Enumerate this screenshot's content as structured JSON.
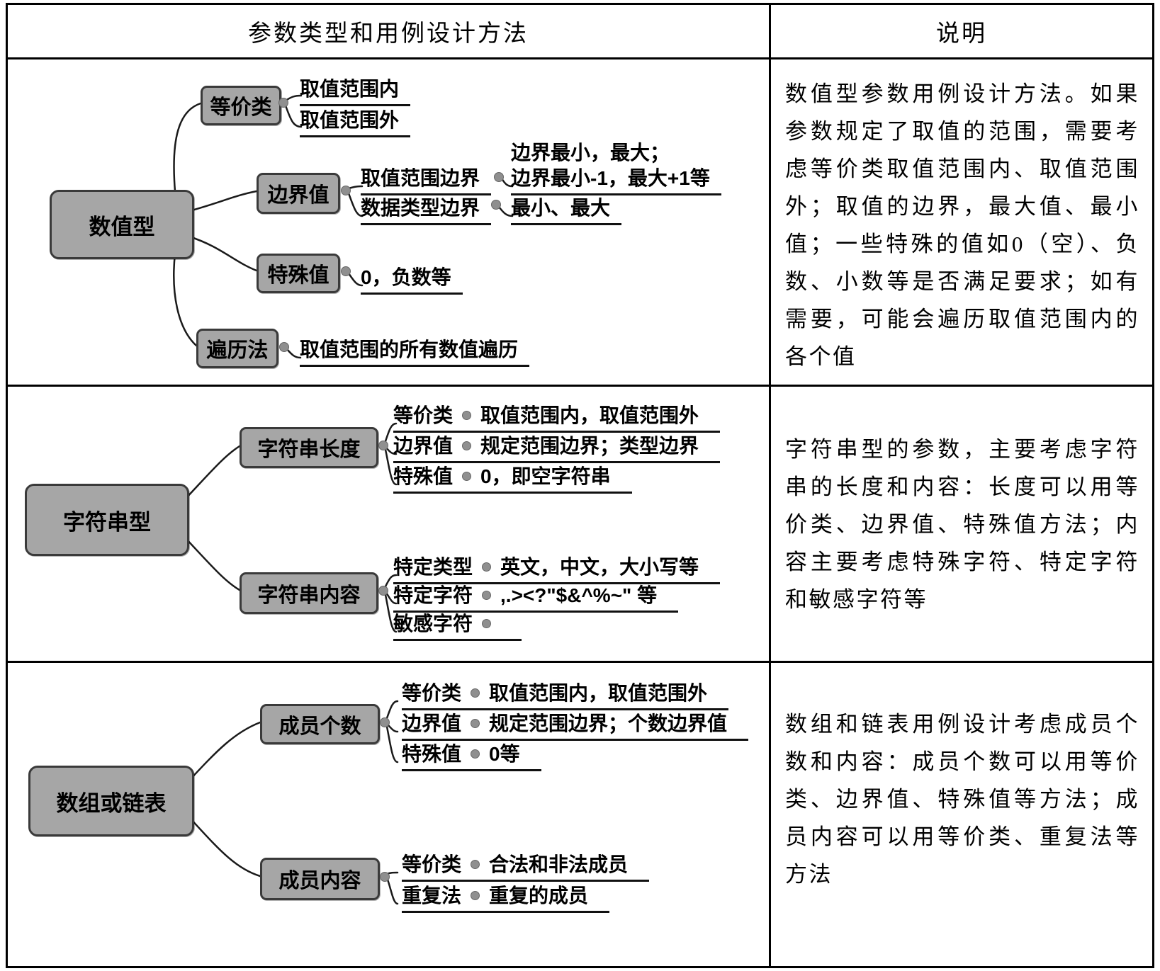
{
  "header": {
    "left_title": "参数类型和用例设计方法",
    "right_title": "说明"
  },
  "rows": [
    {
      "root": "数值型",
      "branches": {
        "equiv": {
          "label": "等价类",
          "children": [
            "取值范围内",
            "取值范围外"
          ]
        },
        "boundary": {
          "label": "边界值",
          "subs": [
            {
              "label": "取值范围边界",
              "line1": "边界最小，最大；",
              "line2": "边界最小-1，最大+1等"
            },
            {
              "label": "数据类型边界",
              "text": "最小、最大"
            }
          ]
        },
        "special": {
          "label": "特殊值",
          "text": "0，负数等"
        },
        "traverse": {
          "label": "遍历法",
          "text": "取值范围的所有数值遍历"
        }
      },
      "note": "数值型参数用例设计方法。如果参数规定了取值的范围，需要考虑等价类取值范围内、取值范围外；取值的边界，最大值、最小值；一些特殊的值如0（空）、负数、小数等是否满足要求；如有需要，可能会遍历取值范围内的各个值"
    },
    {
      "root": "字符串型",
      "branches": [
        {
          "label": "字符串长度",
          "items": [
            {
              "k": "等价类",
              "v": "取值范围内，取值范围外"
            },
            {
              "k": "边界值",
              "v": "规定范围边界；类型边界"
            },
            {
              "k": "特殊值",
              "v": "0，即空字符串"
            }
          ]
        },
        {
          "label": "字符串内容",
          "items": [
            {
              "k": "特定类型",
              "v": "英文，中文，大小写等"
            },
            {
              "k": "特定字符",
              "v": ",.><?\"$&^%~\" 等"
            },
            {
              "k": "敏感字符",
              "v": ""
            }
          ]
        }
      ],
      "note": "字符串型的参数，主要考虑字符串的长度和内容：长度可以用等价类、边界值、特殊值方法；内容主要考虑特殊字符、特定字符和敏感字符等"
    },
    {
      "root": "数组或链表",
      "branches": [
        {
          "label": "成员个数",
          "items": [
            {
              "k": "等价类",
              "v": "取值范围内，取值范围外"
            },
            {
              "k": "边界值",
              "v": "规定范围边界；个数边界值"
            },
            {
              "k": "特殊值",
              "v": "0等"
            }
          ]
        },
        {
          "label": "成员内容",
          "items": [
            {
              "k": "等价类",
              "v": "合法和非法成员"
            },
            {
              "k": "重复法",
              "v": "重复的成员"
            }
          ]
        }
      ],
      "note": "数组和链表用例设计考虑成员个数和内容：成员个数可以用等价类、边界值、特殊值等方法；成员内容可以用等价类、重复法等方法"
    }
  ]
}
